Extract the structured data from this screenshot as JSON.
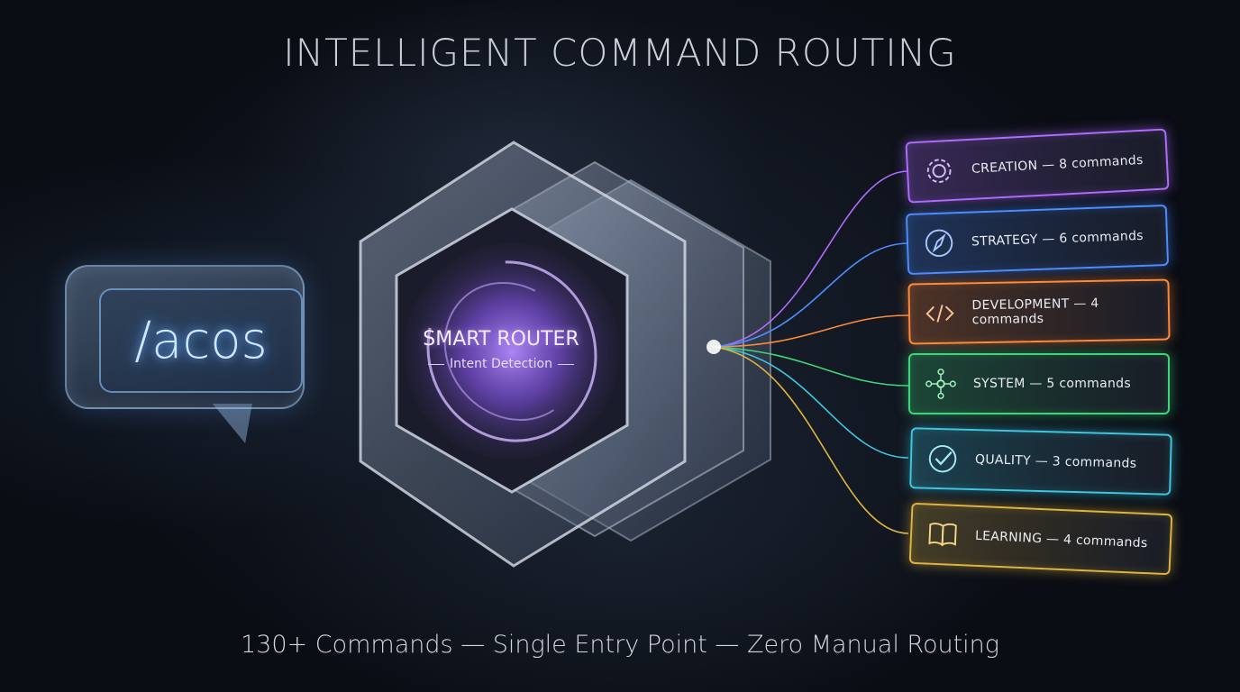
{
  "title": "INTELLIGENT COMMAND ROUTING",
  "input": {
    "command": "/acos"
  },
  "router": {
    "title": "SMART ROUTER",
    "subtitle": "Intent Detection"
  },
  "categories": [
    {
      "label": "CREATION — 8 commands",
      "icon": "gear-icon",
      "color": "#b06cff"
    },
    {
      "label": "STRATEGY — 6 commands",
      "icon": "compass-icon",
      "color": "#4c8dff"
    },
    {
      "label": "DEVELOPMENT — 4 commands",
      "icon": "code-icon",
      "color": "#ff8a3d"
    },
    {
      "label": "SYSTEM — 5 commands",
      "icon": "network-icon",
      "color": "#3fd67a"
    },
    {
      "label": "QUALITY — 3 commands",
      "icon": "check-circle-icon",
      "color": "#3fc6e0"
    },
    {
      "label": "LEARNING — 4 commands",
      "icon": "book-icon",
      "color": "#e0b441"
    }
  ],
  "footer": "130+ Commands — Single Entry Point — Zero Manual Routing"
}
